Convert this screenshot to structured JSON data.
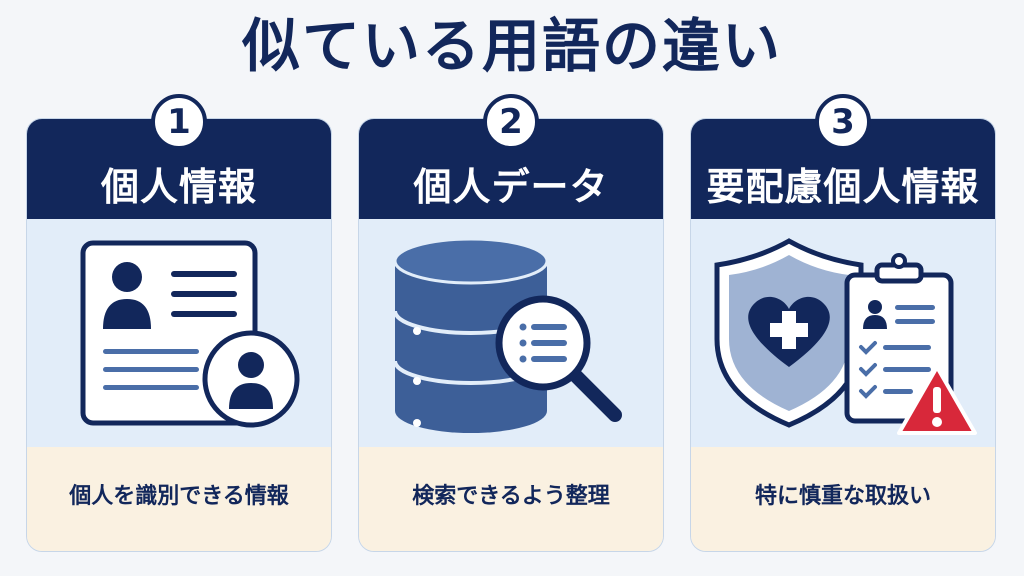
{
  "title": "似ている用語の違い",
  "colors": {
    "navy": "#12275b",
    "card_bg": "#e2edf9",
    "footer_bg": "#faf1e1",
    "accent_blue": "#4a6ea8",
    "warning_red": "#d8283a"
  },
  "cards": [
    {
      "number": "1",
      "heading": "個人情報",
      "description": "個人を識別できる情報",
      "icon": "id-card-icon"
    },
    {
      "number": "2",
      "heading": "個人データ",
      "description": "検索できるよう整理",
      "icon": "database-search-icon"
    },
    {
      "number": "3",
      "heading": "要配慮個人情報",
      "description": "特に慎重な取扱い",
      "icon": "shield-clipboard-warning-icon"
    }
  ]
}
